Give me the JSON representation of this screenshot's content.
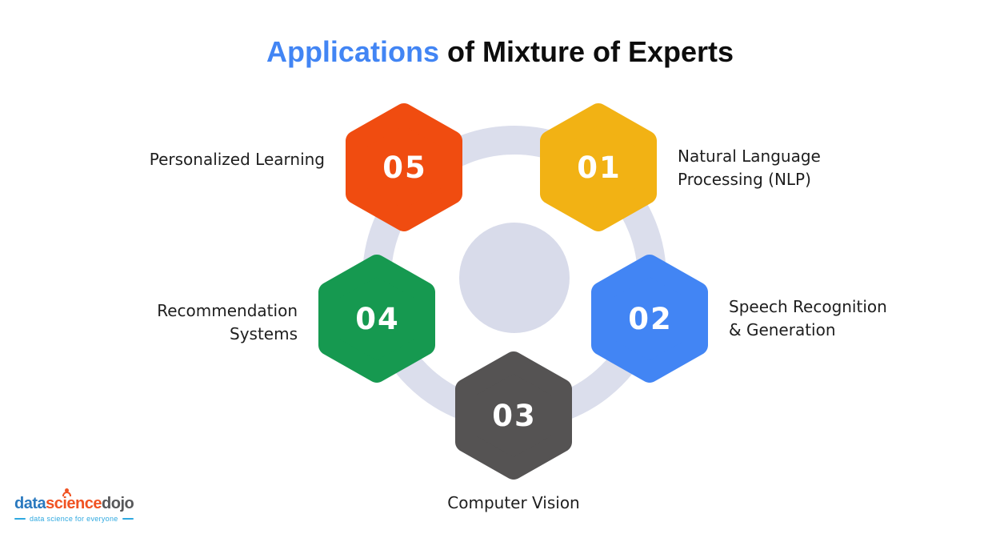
{
  "title": {
    "highlight": "Applications",
    "rest": " of Mixture of Experts",
    "highlight_color": "#4285F4",
    "text_color": "#0d0d0d"
  },
  "diagram": {
    "ring_color": "#DBDEEC",
    "center_circle_color": "#D8DBEA",
    "items": [
      {
        "number": "01",
        "label": "Natural Language\nProcessing (NLP)",
        "color": "#F2B214",
        "position": "top-right"
      },
      {
        "number": "02",
        "label": "Speech Recognition\n& Generation",
        "color": "#4285F4",
        "position": "right"
      },
      {
        "number": "03",
        "label": "Computer Vision",
        "color": "#555353",
        "position": "bottom"
      },
      {
        "number": "04",
        "label": "Recommendation\nSystems",
        "color": "#169950",
        "position": "left"
      },
      {
        "number": "05",
        "label": "Personalized Learning",
        "color": "#F04C10",
        "position": "top-left"
      }
    ]
  },
  "logo": {
    "word_data": "data",
    "word_science": "science",
    "word_dojo": "dojo",
    "tagline": "data science for everyone",
    "color_data": "#2A79BF",
    "color_science": "#F05323",
    "color_dojo": "#57585A",
    "color_tagline": "#2FA9E0"
  }
}
